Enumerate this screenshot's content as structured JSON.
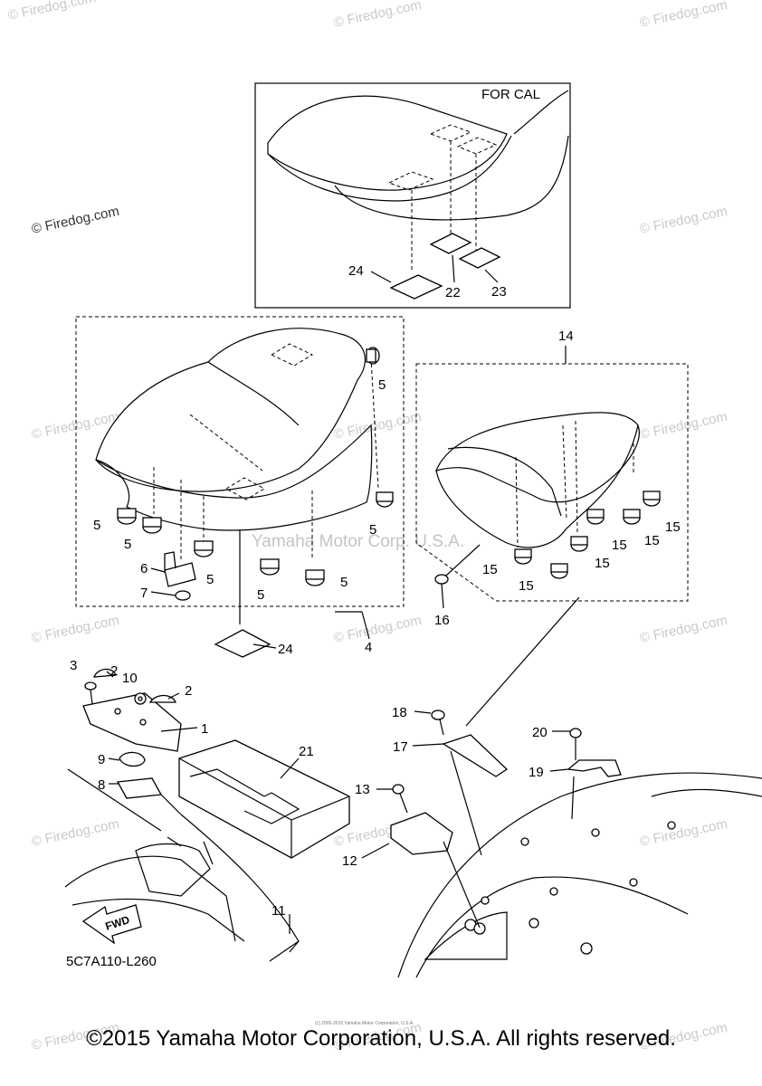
{
  "watermarks": {
    "site": "© Firedog.com",
    "maker": "Yamaha Motor Corp. U.S.A."
  },
  "inset": {
    "label": "FOR CAL"
  },
  "callouts": [
    "1",
    "2",
    "2",
    "3",
    "4",
    "5",
    "5",
    "5",
    "5",
    "5",
    "5",
    "5",
    "6",
    "7",
    "8",
    "9",
    "10",
    "11",
    "12",
    "13",
    "14",
    "15",
    "15",
    "15",
    "15",
    "15",
    "15",
    "16",
    "17",
    "18",
    "19",
    "20",
    "21",
    "22",
    "23",
    "24",
    "24"
  ],
  "arrow_label": "FWD",
  "diagram_code": "5C7A110-L260",
  "footer": {
    "fine_print": "(c) 2005-2015 Yamaha Motor Corporation, U.S.A.",
    "copyright": "©2015 Yamaha Motor Corporation, U.S.A. All rights reserved."
  }
}
